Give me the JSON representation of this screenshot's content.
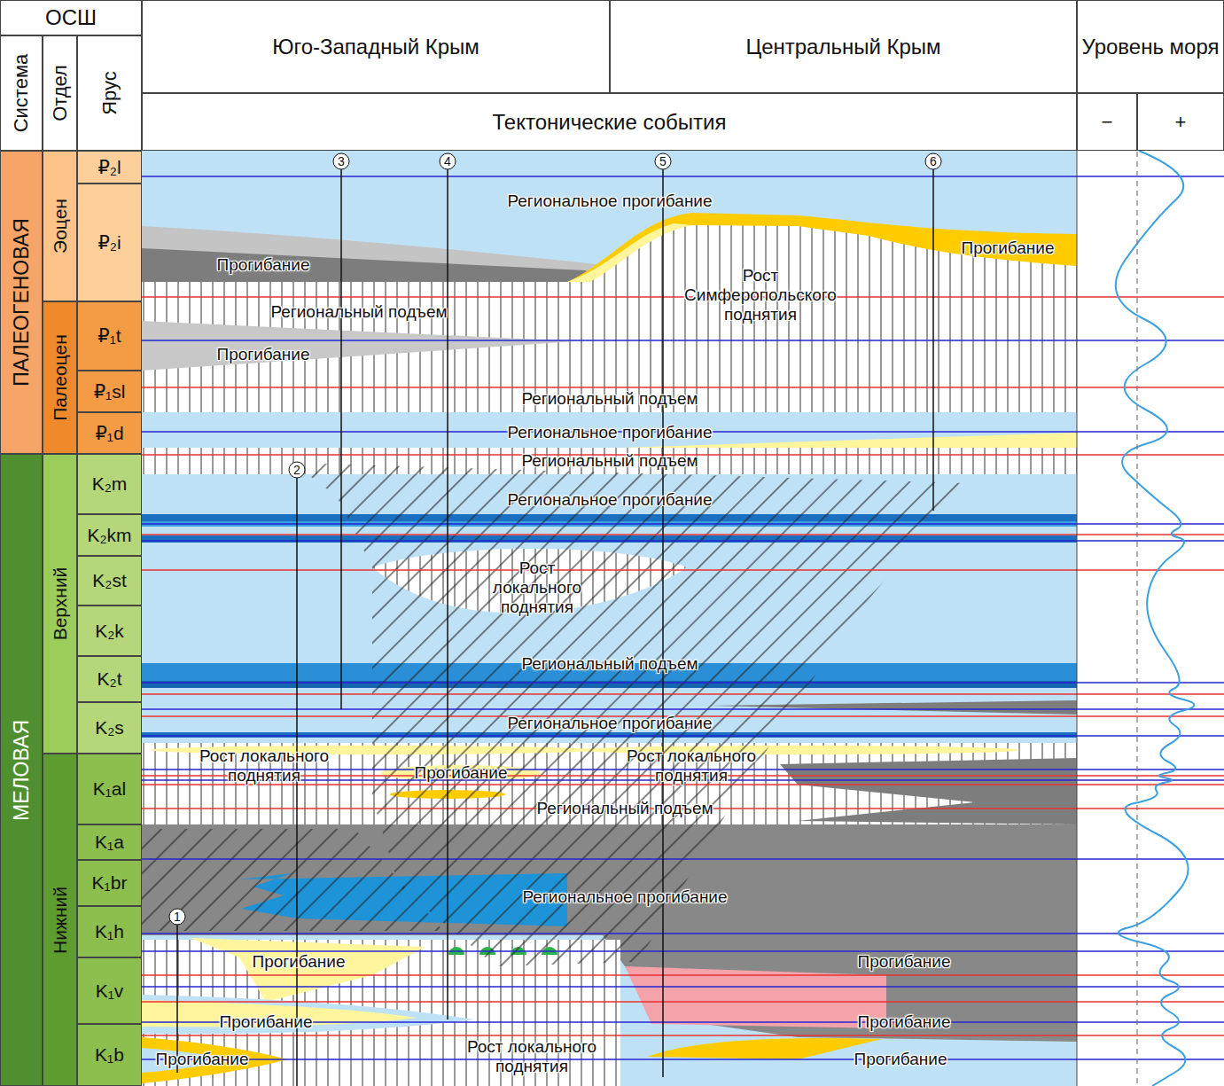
{
  "diagram": {
    "nodes": [
      {
        "text": [
          "ОСШ"
        ]
      },
      {
        "text": [
          "Система"
        ]
      },
      {
        "text": [
          "Отдел"
        ]
      },
      {
        "text": [
          "Ярус"
        ]
      },
      {
        "text": [
          "Юго-Западный Крым"
        ]
      },
      {
        "text": [
          "Центральный Крым"
        ]
      },
      {
        "text": [
          "Тектонические события"
        ]
      },
      {
        "text": [
          "Уровень моря"
        ]
      },
      {
        "text": [
          "−"
        ]
      },
      {
        "text": [
          "+"
        ]
      },
      {
        "text": [
          "ПАЛЕОГЕНОВАЯ"
        ]
      },
      {
        "text": [
          "МЕЛОВАЯ"
        ]
      },
      {
        "text": [
          "Эоцен"
        ]
      },
      {
        "text": [
          "Палеоцен"
        ]
      },
      {
        "text": [
          "Верхний"
        ]
      },
      {
        "text": [
          "Нижний"
        ]
      },
      {
        "text": [
          "₽₂l"
        ]
      },
      {
        "text": [
          "₽₂i"
        ]
      },
      {
        "text": [
          "₽₁t"
        ]
      },
      {
        "text": [
          "₽₁sl"
        ]
      },
      {
        "text": [
          "₽₁d"
        ]
      },
      {
        "text": [
          "K₂m"
        ]
      },
      {
        "text": [
          "K₂km"
        ]
      },
      {
        "text": [
          "K₂st"
        ]
      },
      {
        "text": [
          "K₂k"
        ]
      },
      {
        "text": [
          "K₂t"
        ]
      },
      {
        "text": [
          "K₂s"
        ]
      },
      {
        "text": [
          "K₁al"
        ]
      },
      {
        "text": [
          "K₁a"
        ]
      },
      {
        "text": [
          "K₁br"
        ]
      },
      {
        "text": [
          "K₁h"
        ]
      },
      {
        "text": [
          "K₁v"
        ]
      },
      {
        "text": [
          "K₁b"
        ]
      }
    ],
    "labels": [
      "3",
      "4",
      "5",
      "6",
      "Региональное прогибание",
      "Прогибание",
      "Рост Симферопольского поднятия",
      "Прогибание",
      "Региональный подъем",
      "Прогибание",
      "Региональный подъем",
      "Региональное прогибание",
      "Региональный подъем",
      "2",
      "Региональное прогибание",
      "Рост локального поднятия",
      "Региональный подъем",
      "Региональное прогибание",
      "Рост локального поднятия",
      "Прогибание",
      "Рост локального поднятия",
      "Региональный подъем",
      "Региональное прогибание",
      "1",
      "Прогибание",
      "Прогибание",
      "Прогибание",
      "Прогибание",
      "Прогибание",
      "Рост локального поднятия",
      "Прогибание"
    ]
  }
}
